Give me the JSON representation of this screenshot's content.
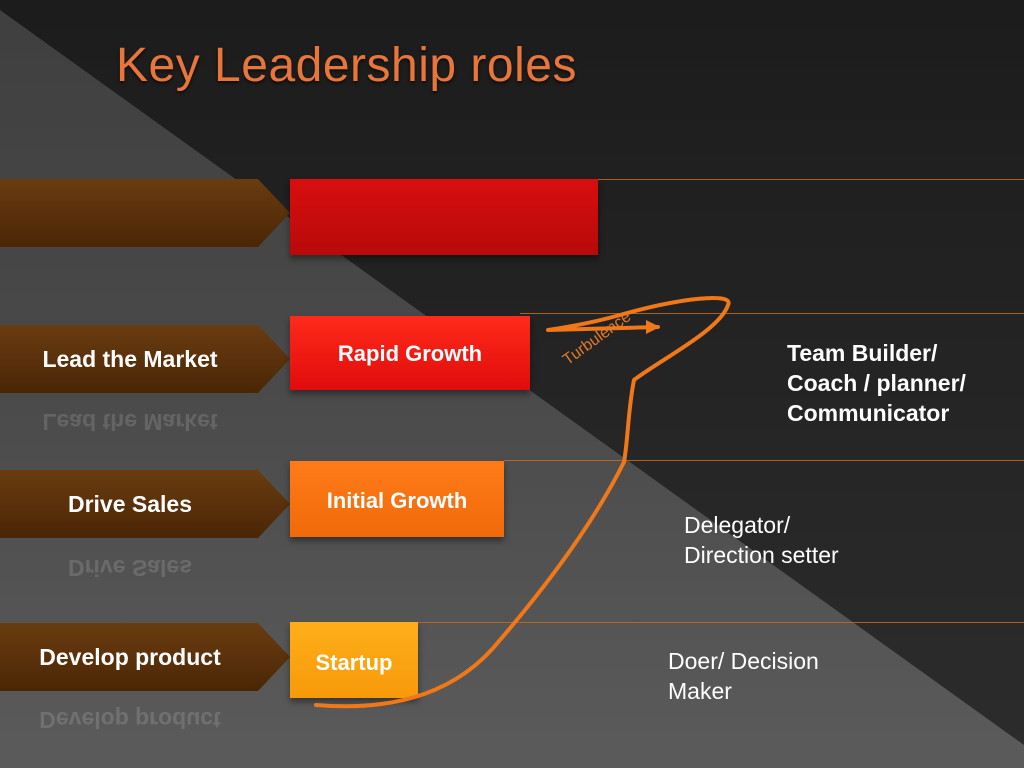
{
  "title": "Key Leadership roles",
  "arrows": [
    {
      "label": ""
    },
    {
      "label": "Lead the Market"
    },
    {
      "label": "Drive Sales"
    },
    {
      "label": "Develop product"
    }
  ],
  "stages": {
    "rapid_growth": "Rapid Growth",
    "initial_growth": "Initial Growth",
    "startup": "Startup"
  },
  "roles": {
    "top_line1": "Team Builder/",
    "top_line2": "Coach / planner/",
    "top_line3": "Communicator",
    "mid_line1": "Delegator/",
    "mid_line2": "Direction setter",
    "low_line1": "Doer/ Decision",
    "low_line2": "Maker"
  },
  "annotation": "Turbulence",
  "colors": {
    "title": "#e8763a",
    "curve": "#f07818",
    "arrow": "#5a3008",
    "rapid": "#e81010",
    "initial": "#f87012",
    "startup": "#fba010"
  }
}
